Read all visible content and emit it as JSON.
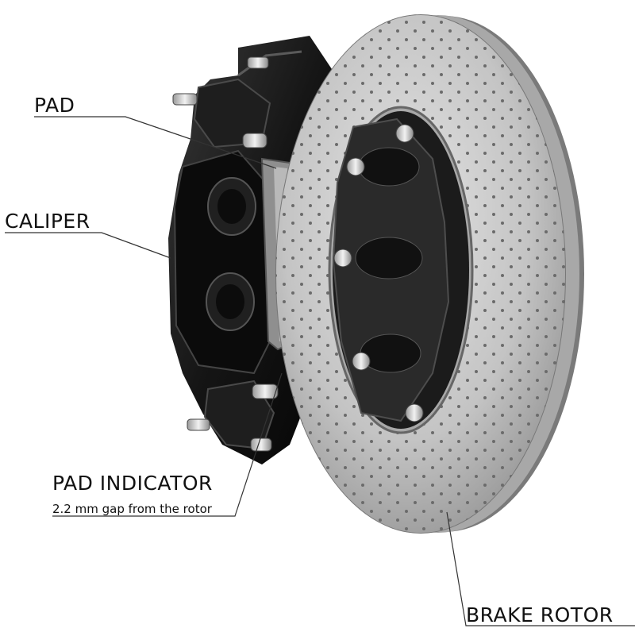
{
  "labels": {
    "pad": "PAD",
    "caliper": "CALIPER",
    "pad_indicator": "PAD INDICATOR",
    "pad_indicator_note": "2.2 mm gap from the rotor",
    "brake_rotor": "BRAKE ROTOR"
  },
  "colors": {
    "background": "#ffffff",
    "caliper": "#1a1a1a",
    "rotor": "#c9c9c9",
    "pad": "#9a9a9a",
    "leader_line": "#333333",
    "text": "#111111"
  }
}
